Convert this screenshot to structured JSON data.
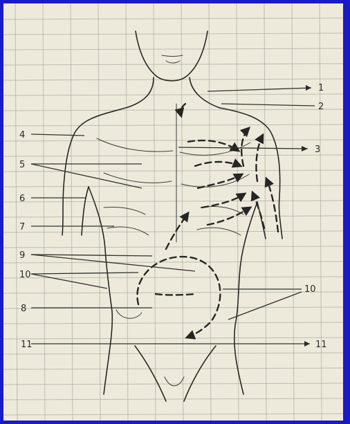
{
  "diagram": {
    "background_color": "#1a1ac8",
    "paper_color": "#eeeadb",
    "labels": {
      "l1": "1",
      "l2": "2",
      "l3": "3",
      "l4": "4",
      "l5": "5",
      "l6": "6",
      "l7": "7",
      "l8": "8",
      "l9": "9",
      "l10_left": "10",
      "l10_right": "10",
      "l11_left": "11",
      "l11_right": "11"
    }
  }
}
